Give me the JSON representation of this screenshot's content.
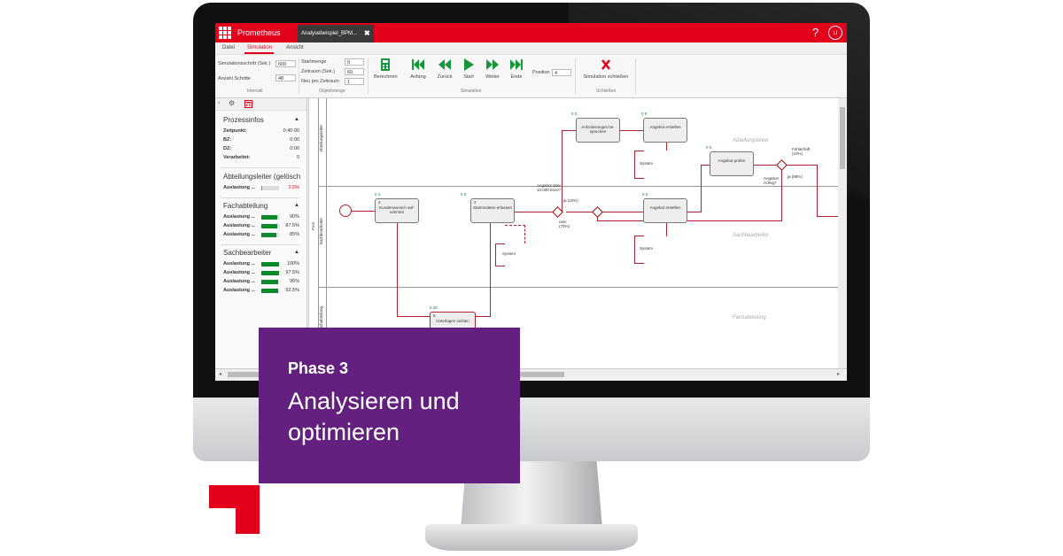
{
  "app": {
    "name": "Prometheus",
    "document_tab": "Analysebeispiel_BPM...",
    "help_symbol": "?",
    "user_initials": "LI",
    "accent_color": "#e2001a"
  },
  "menu": {
    "tabs": [
      "Datei",
      "Simulation",
      "Ansicht"
    ],
    "active_tab": "Simulation"
  },
  "ribbon": {
    "intervall": {
      "group_label": "Intervall",
      "step_label": "Simulationsschritt (Sek.)",
      "step_value": "600",
      "count_label": "Anzahl Schritte",
      "count_value": "48"
    },
    "objektmenge": {
      "group_label": "Objektmenge",
      "start_label": "Startmenge",
      "start_value": "0",
      "period_label": "Zeitraum (Sek.)",
      "period_value": "60",
      "new_label": "Neu pro Zeitraum",
      "new_value": "1"
    },
    "simulation": {
      "group_label": "Simulation",
      "buttons": {
        "berechnen": "Berechnen",
        "anfang": "Anfang",
        "zurueck": "Zurück",
        "start": "Start",
        "weiter": "Weiter",
        "ende": "Ende"
      },
      "position_label": "Position",
      "position_value": "4"
    },
    "schliessen": {
      "group_label": "Schließen",
      "button_label": "Simulation schließen"
    }
  },
  "panel": {
    "prozessinfos": {
      "title": "Prozessinfos",
      "rows": [
        {
          "key": "Zeitpunkt:",
          "value": "0:40:00"
        },
        {
          "key": "BZ:",
          "value": "0:00"
        },
        {
          "key": "DZ:",
          "value": "0:00"
        },
        {
          "key": "Verarbeitet:",
          "value": "0"
        }
      ]
    },
    "abteilungsleiter": {
      "title": "Abteilungsleiter (gelösch",
      "rows": [
        {
          "key": "Auslastung ...",
          "value": "2.5%",
          "level": 0.025
        }
      ]
    },
    "fachabteilung": {
      "title": "Fachabteilung",
      "rows": [
        {
          "key": "Auslastung ...",
          "value": "90%",
          "level": 0.9
        },
        {
          "key": "Auslastung ...",
          "value": "87.5%",
          "level": 0.875
        },
        {
          "key": "Auslastung ...",
          "value": "85%",
          "level": 0.85
        }
      ]
    },
    "sachbearbeiter": {
      "title": "Sachbearbeiter",
      "rows": [
        {
          "key": "Auslastung ...",
          "value": "100%",
          "level": 1.0
        },
        {
          "key": "Auslastung ...",
          "value": "97.5%",
          "level": 0.975
        },
        {
          "key": "Auslastung ...",
          "value": "95%",
          "level": 0.95
        },
        {
          "key": "Auslastung ...",
          "value": "92.5%",
          "level": 0.925
        }
      ]
    }
  },
  "diagram": {
    "pool_label": "Pool",
    "lanes": [
      "Abteilungsleiter",
      "Sachbearbeiter",
      "Fachabteilung"
    ],
    "tasks": {
      "kundenwunsch": "Kundenwunsch auf-nehmen",
      "stammdaten": "Stammdaten erfassen",
      "anforderungen": "Anforderungen be-sprechen",
      "angebot_oben": "Angebot erstellen",
      "angebot_pruefen": "Angebot prüfen",
      "angebot_unten": "Angebot erstellen",
      "unterlagen": "Unterlagen sichten"
    },
    "counters": {
      "c1": "0  4",
      "c2": "0  0",
      "c3": "0  0",
      "c4": "0  0",
      "c5": "0  0",
      "c6": "0  0",
      "c7": "0  28"
    },
    "task_numbers": {
      "kundenwunsch": "2",
      "stammdaten": "2",
      "unterlagen": "5"
    },
    "notes": {
      "angebot_ueber": "Angebot über 10.000 Euro?",
      "ja_10": "ja (10%)",
      "nein_70": "nein (70%)",
      "fehlerhaft": "Fehlerhaft (10%)",
      "angebot_richtig": "Angebot richtig?",
      "ja_88": "ja (88%)",
      "system": "System"
    }
  },
  "overlay": {
    "phase": "Phase 3",
    "headline_line1": "Analysieren und",
    "headline_line2": "optimieren",
    "background": "#63207f"
  }
}
